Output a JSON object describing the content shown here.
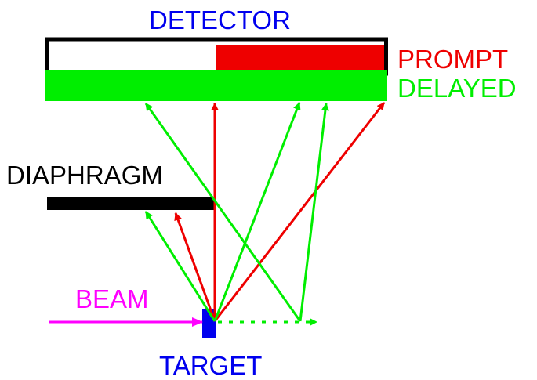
{
  "labels": {
    "detector": "DETECTOR",
    "prompt": "PROMPT",
    "delayed": "DELAYED",
    "diaphragm": "DIAPHRAGM",
    "beam": "BEAM",
    "target": "TARGET"
  },
  "colors": {
    "detector_label": "#0000ee",
    "target_label": "#0000ee",
    "prompt": "#ee0000",
    "delayed": "#00ee00",
    "beam": "#ff00ff",
    "diaphragm": "#000000",
    "target_block": "#0000ee",
    "detector_frame": "#000000"
  }
}
